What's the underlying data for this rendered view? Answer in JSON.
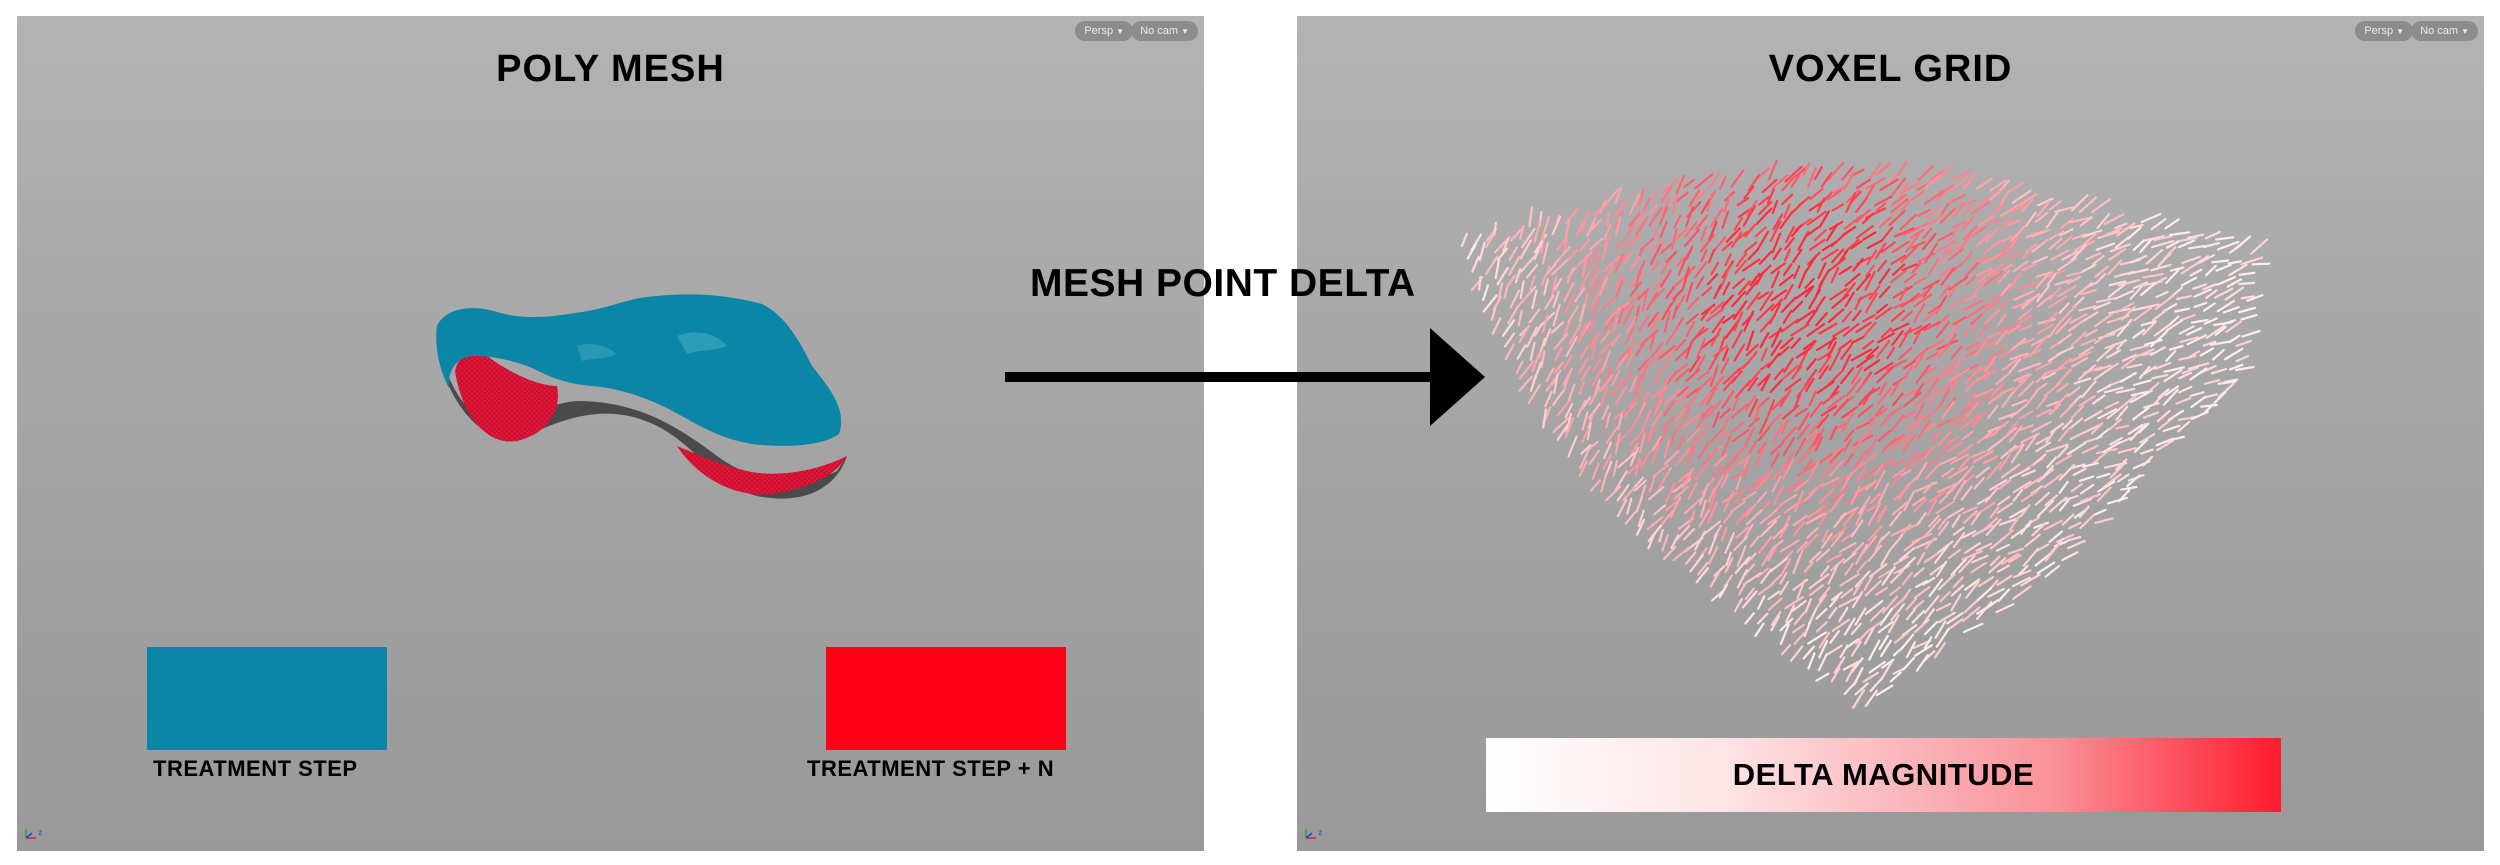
{
  "left_viewport": {
    "title": "POLY MESH",
    "persp_label": "Persp",
    "cam_label": "No cam",
    "legend": [
      {
        "label": "TREATMENT STEP",
        "color": "#0b86a6"
      },
      {
        "label": "TREATMENT STEP + N",
        "color": "#ff0019"
      }
    ]
  },
  "right_viewport": {
    "title": "VOXEL GRID",
    "persp_label": "Persp",
    "cam_label": "No cam",
    "colorbar": {
      "label": "DELTA MAGNITUDE",
      "color_min": "#ffffff",
      "color_max": "#ff1b2c"
    }
  },
  "center": {
    "label": "MESH POINT DELTA",
    "arrow_icon": "right-arrow-icon"
  },
  "colors": {
    "viewport_bg": "#a6a6a6",
    "mesh_blue": "#0b86a6",
    "mesh_red": "#e8163a",
    "mesh_dark": "#4a4a4a"
  }
}
